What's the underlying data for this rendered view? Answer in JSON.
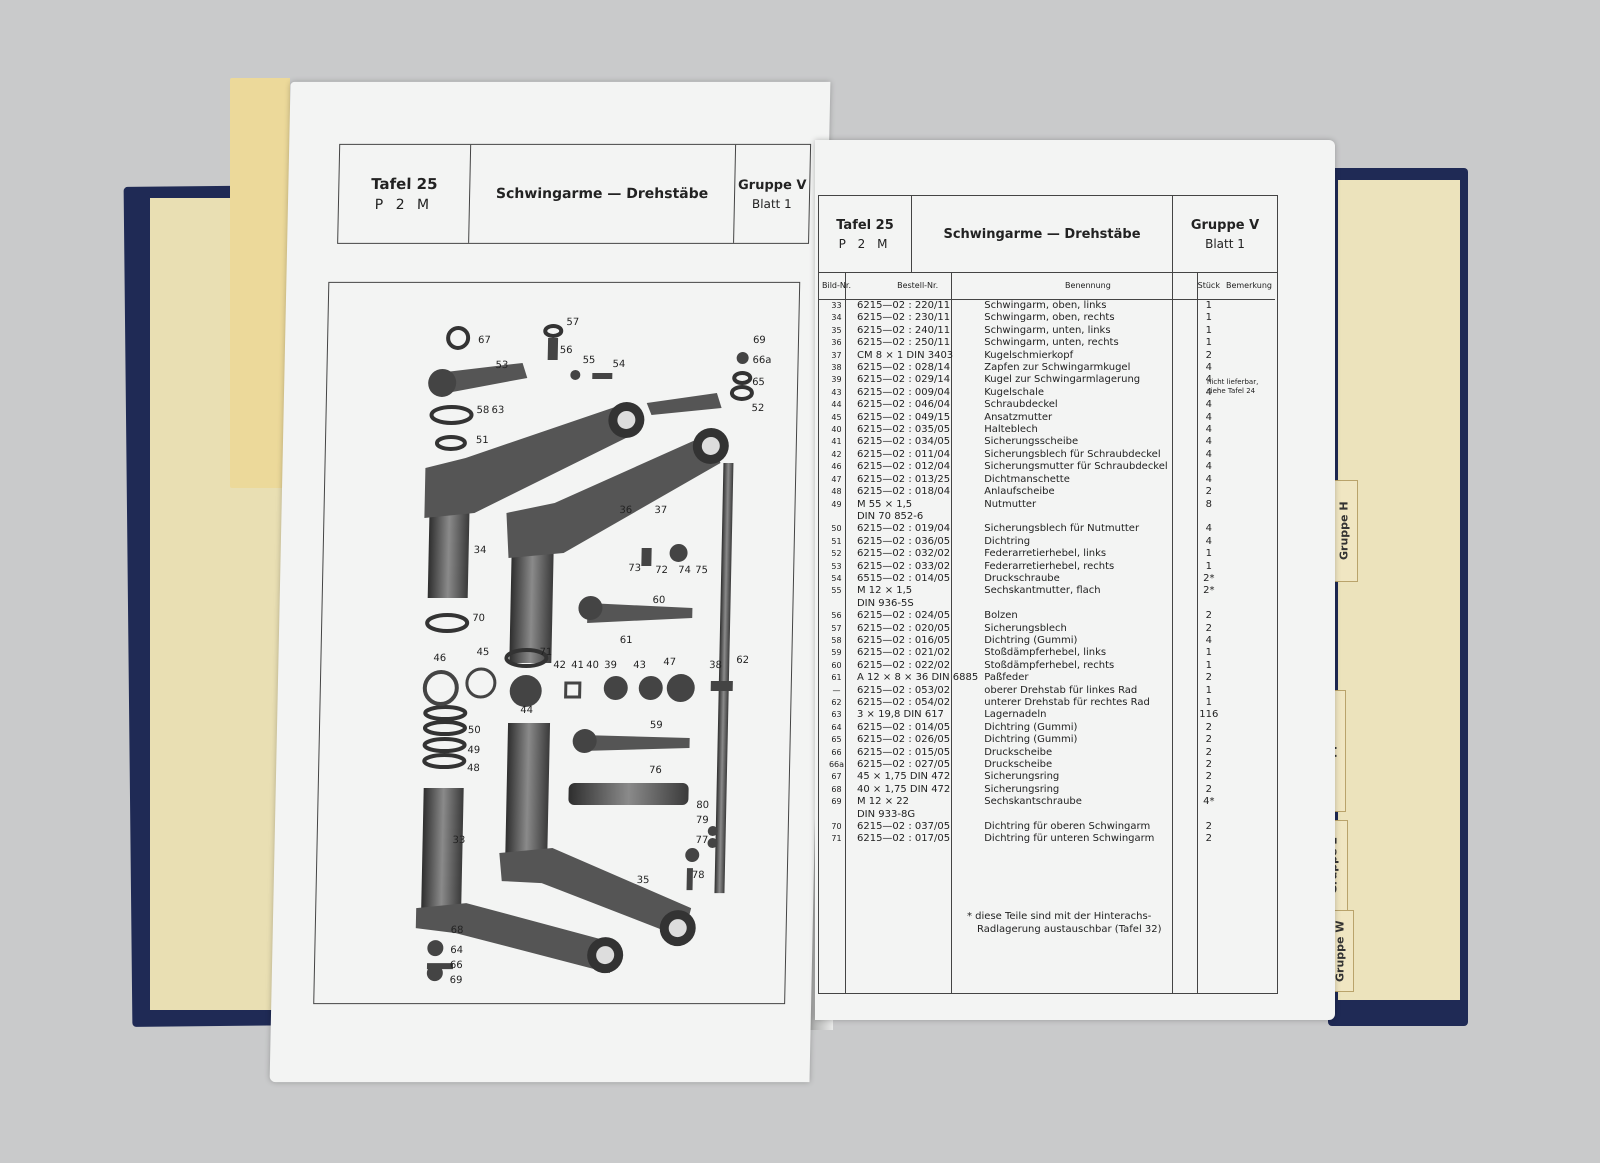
{
  "left_page": {
    "header": {
      "tafel": "Tafel 25",
      "model": "P 2 M",
      "title": "Schwingarme — Drehstäbe",
      "gruppe": "Gruppe V",
      "blatt": "Blatt 1"
    },
    "callouts": [
      "67",
      "53",
      "57",
      "56",
      "55",
      "54",
      "69",
      "66a",
      "65",
      "52",
      "58",
      "63",
      "51",
      "34",
      "36",
      "37",
      "35",
      "70",
      "73",
      "72",
      "74",
      "75",
      "60",
      "62",
      "46",
      "45",
      "71",
      "42",
      "41",
      "40",
      "39",
      "61",
      "43",
      "47",
      "38",
      "44",
      "50",
      "49",
      "48",
      "59",
      "76",
      "33",
      "80",
      "79",
      "77",
      "78",
      "69",
      "68",
      "64",
      "66"
    ]
  },
  "right_page": {
    "header": {
      "tafel": "Tafel 25",
      "model": "P 2 M",
      "title": "Schwingarme — Drehstäbe",
      "gruppe": "Gruppe V",
      "blatt": "Blatt 1"
    },
    "columns": [
      "Bild-Nr.",
      "Bestell-Nr.",
      "Benennung",
      "Stück",
      "Bemerkung"
    ],
    "rows": [
      [
        "33",
        "6215—02 : 220/11",
        "Schwingarm, oben, links",
        "1"
      ],
      [
        "34",
        "6215—02 : 230/11",
        "Schwingarm, oben, rechts",
        "1"
      ],
      [
        "35",
        "6215—02 : 240/11",
        "Schwingarm, unten, links",
        "1"
      ],
      [
        "36",
        "6215—02 : 250/11",
        "Schwingarm, unten, rechts",
        "1"
      ],
      [
        "37",
        "CM 8 × 1 DIN 3403",
        "Kugelschmierkopf",
        "2"
      ],
      [
        "",
        "",
        "",
        ""
      ],
      [
        "38",
        "6215—02 : 028/14",
        "Zapfen zur Schwingarmkugel",
        "4"
      ],
      [
        "39",
        "6215—02 : 029/14",
        "Kugel zur Schwingarmlagerung",
        "4"
      ],
      [
        "43",
        "6215—02 : 009/04",
        "Kugelschale",
        "4"
      ],
      [
        "44",
        "6215—02 : 046/04",
        "Schraubdeckel",
        "4"
      ],
      [
        "45",
        "6215—02 : 049/15",
        "Ansatzmutter",
        "4"
      ],
      [
        "40",
        "6215—02 : 035/05",
        "Halteblech",
        "4"
      ],
      [
        "41",
        "6215—02 : 034/05",
        "Sicherungsscheibe",
        "4"
      ],
      [
        "42",
        "6215—02 : 011/04",
        "Sicherungsblech für Schraubdeckel",
        "4"
      ],
      [
        "46",
        "6215—02 : 012/04",
        "Sicherungsmutter für Schraubdeckel",
        "4"
      ],
      [
        "47",
        "6215—02 : 013/25",
        "Dichtmanschette",
        "4"
      ],
      [
        "",
        "",
        "",
        ""
      ],
      [
        "48",
        "6215—02 : 018/04",
        "Anlaufscheibe",
        "2"
      ],
      [
        "49",
        "M 55 × 1,5",
        "Nutmutter",
        "8"
      ],
      [
        "",
        "DIN 70 852-6",
        "",
        ""
      ],
      [
        "50",
        "6215—02 : 019/04",
        "Sicherungsblech für Nutmutter",
        "4"
      ],
      [
        "51",
        "6215—02 : 036/05",
        "Dichtring",
        "4"
      ],
      [
        "52",
        "6215—02 : 032/02",
        "Federarretierhebel, links",
        "1"
      ],
      [
        "53",
        "6215—02 : 033/02",
        "Federarretierhebel, rechts",
        "1"
      ],
      [
        "54",
        "6515—02 : 014/05",
        "Druckschraube",
        "2*"
      ],
      [
        "55",
        "M 12 × 1,5",
        "Sechskantmutter, flach",
        "2*"
      ],
      [
        "",
        "DIN 936-5S",
        "",
        ""
      ],
      [
        "56",
        "6215—02 : 024/05",
        "Bolzen",
        "2"
      ],
      [
        "57",
        "6215—02 : 020/05",
        "Sicherungsblech",
        "2"
      ],
      [
        "58",
        "6215—02 : 016/05",
        "Dichtring (Gummi)",
        "4"
      ],
      [
        "59",
        "6215—02 : 021/02",
        "Stoßdämpferhebel, links",
        "1"
      ],
      [
        "60",
        "6215—02 : 022/02",
        "Stoßdämpferhebel, rechts",
        "1"
      ],
      [
        "61",
        "A 12 × 8 × 36 DIN 6885",
        "Paßfeder",
        "2"
      ],
      [
        "—",
        "6215—02 : 053/02",
        "oberer Drehstab für linkes Rad",
        "1"
      ],
      [
        "62",
        "6215—02 : 054/02",
        "unterer Drehstab für rechtes Rad",
        "1"
      ],
      [
        "63",
        "3 × 19,8 DIN 617",
        "Lagernadeln",
        "116"
      ],
      [
        "64",
        "6215—02 : 014/05",
        "Dichtring (Gummi)",
        "2"
      ],
      [
        "65",
        "6215—02 : 026/05",
        "Dichtring (Gummi)",
        "2"
      ],
      [
        "66",
        "6215—02 : 015/05",
        "Druckscheibe",
        "2"
      ],
      [
        "66a",
        "6215—02 : 027/05",
        "Druckscheibe",
        "2"
      ],
      [
        "67",
        "45 × 1,75 DIN 472",
        "Sicherungsring",
        "2"
      ],
      [
        "68",
        "40 × 1,75 DIN 472",
        "Sicherungsring",
        "2"
      ],
      [
        "69",
        "M 12 × 22",
        "Sechskantschraube",
        "4*"
      ],
      [
        "",
        "DIN 933-8G",
        "",
        ""
      ],
      [
        "70",
        "6215—02 : 037/05",
        "Dichtring für oberen Schwingarm",
        "2"
      ],
      [
        "71",
        "6215—02 : 017/05",
        "Dichtring für unteren Schwingarm",
        "2"
      ]
    ],
    "remark": "nicht lieferbar, siehe Tafel 24",
    "footnote_line1": "* diese Teile sind mit der Hinterachs-",
    "footnote_line2": "Radlagerung austauschbar (Tafel 32)"
  },
  "tabs": [
    "Gruppe H",
    "Gruppe A",
    "Gruppe E",
    "Gruppe W"
  ]
}
